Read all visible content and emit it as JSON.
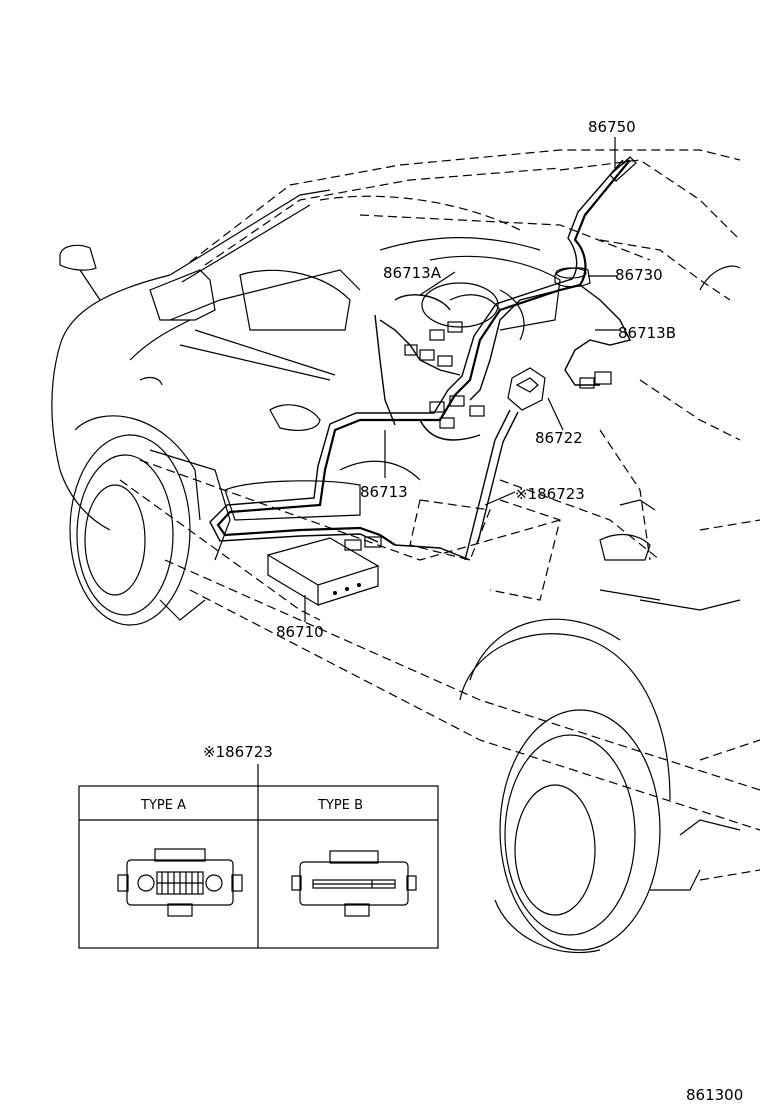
{
  "callouts": {
    "p86750": "86750",
    "p86730": "86730",
    "p86713A": "86713A",
    "p86713B": "86713B",
    "p86722": "86722",
    "p86713": "86713",
    "p186723": "※186723",
    "p86710": "86710"
  },
  "detail_box": {
    "title": "※186723",
    "type_a": "TYPE A",
    "type_b": "TYPE B"
  },
  "figure_number": "861300"
}
